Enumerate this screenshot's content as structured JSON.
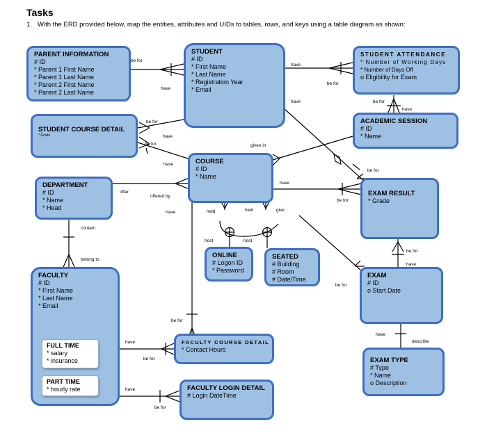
{
  "header": {
    "title": "Tasks",
    "number": "1.",
    "instruction": "With the ERD provided below, map the entities, attributes and UIDs to tables, rows, and keys using a table diagram as shown:"
  },
  "entities": {
    "parent_information": {
      "title": "PARENT INFORMATION",
      "attrs": [
        "# ID",
        "* Parent 1 First Name",
        "* Parent 1 Last Name",
        "* Parent 2 First Name",
        "* Parent 2 Last Name"
      ]
    },
    "student": {
      "title": "STUDENT",
      "attrs": [
        "# ID",
        "* First Name",
        "* Last Name",
        "* Registration Year",
        "* Email"
      ]
    },
    "student_attendance": {
      "title": "STUDENT ATTENDANCE",
      "attrs": [
        "* Number of Working Days",
        "* Number of Days Off",
        "o Eligibility for Exam"
      ]
    },
    "student_course_detail": {
      "title": "STUDENT COURSE DETAIL",
      "attrs": [
        "* Grade"
      ]
    },
    "academic_session": {
      "title": "ACADEMIC SESSION",
      "attrs": [
        "# ID",
        "* Name"
      ]
    },
    "course": {
      "title": "COURSE",
      "attrs": [
        "# ID",
        "* Name"
      ]
    },
    "department": {
      "title": "DEPARTMENT",
      "attrs": [
        "# ID",
        "* Name",
        "* Head"
      ]
    },
    "exam_result": {
      "title": "EXAM RESULT",
      "attrs": [
        "* Grade"
      ]
    },
    "online": {
      "title": "ONLINE",
      "attrs": [
        "# Logon ID",
        "* Password"
      ]
    },
    "seated": {
      "title": "SEATED",
      "attrs": [
        "# Building",
        "# Room",
        "# Date/Time"
      ]
    },
    "exam": {
      "title": "EXAM",
      "attrs": [
        "# ID",
        "o Start Date"
      ]
    },
    "faculty": {
      "title": "FACULTY",
      "attrs": [
        "# ID",
        "* First Name",
        "* Last Name",
        "* Email"
      ]
    },
    "full_time": {
      "title": "FULL TIME",
      "attrs": [
        "* salary",
        "* insurance"
      ]
    },
    "part_time": {
      "title": "PART TIME",
      "attrs": [
        "* hourly rate"
      ]
    },
    "faculty_course_detail": {
      "title": "FACULTY COURSE DETAIL",
      "attrs": [
        "* Contact Hours"
      ]
    },
    "exam_type": {
      "title": "EXAM TYPE",
      "attrs": [
        "# Type",
        "* Name",
        "o Description"
      ]
    },
    "faculty_login_detail": {
      "title": "FACULTY LOGIN DETAIL",
      "attrs": [
        "# Login DateTime"
      ]
    }
  },
  "labels": {
    "l01": "be for",
    "l02": "have",
    "l03": "have",
    "l04": "be for",
    "l05": "have",
    "l06": "be for",
    "l07": "have",
    "l08": "be for",
    "l09": "have",
    "l10": "be for",
    "l11": "given in",
    "l12": "have",
    "l13": "offer",
    "l14": "offered by",
    "l15": "have",
    "l16": "have",
    "l17": "be for",
    "l18": "held",
    "l19": "held",
    "l20": "give",
    "l21": "host",
    "l22": "host",
    "l23": "contain",
    "l24": "belong to",
    "l25": "be for",
    "l26": "have",
    "l27": "be for",
    "l28": "be for",
    "l29": "have",
    "l30": "describe",
    "l31": "have",
    "l32": "be for",
    "l33": "have",
    "l34": "be for"
  }
}
